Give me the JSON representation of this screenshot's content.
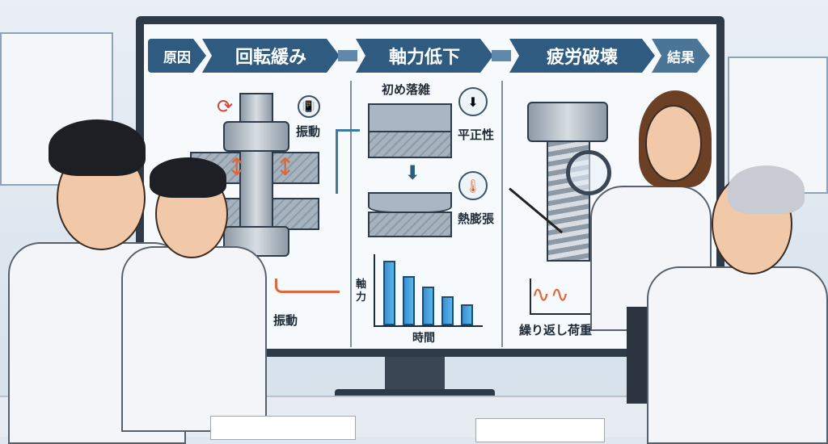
{
  "flow": {
    "cause": "原因",
    "step1": "回転緩み",
    "step2": "軸力低下",
    "step3": "疲労破壊",
    "result": "結果"
  },
  "left": {
    "vibration_top": "振動",
    "vibration_bottom": "振動"
  },
  "middle": {
    "initial_settling": "初め落雑",
    "flatness": "平正性",
    "thermal_expansion": "熱膨張"
  },
  "chart_data": {
    "type": "bar",
    "xlabel": "時間",
    "ylabel": "軸力",
    "values": [
      1.0,
      0.76,
      0.6,
      0.45,
      0.32
    ]
  },
  "right": {
    "cyclic_load": "繰り返し荷重"
  },
  "colors": {
    "banner": "#2f5b80",
    "arrow": "#5f88ab",
    "accent_orange": "#e0673a",
    "bar": "#4aa3dd"
  }
}
